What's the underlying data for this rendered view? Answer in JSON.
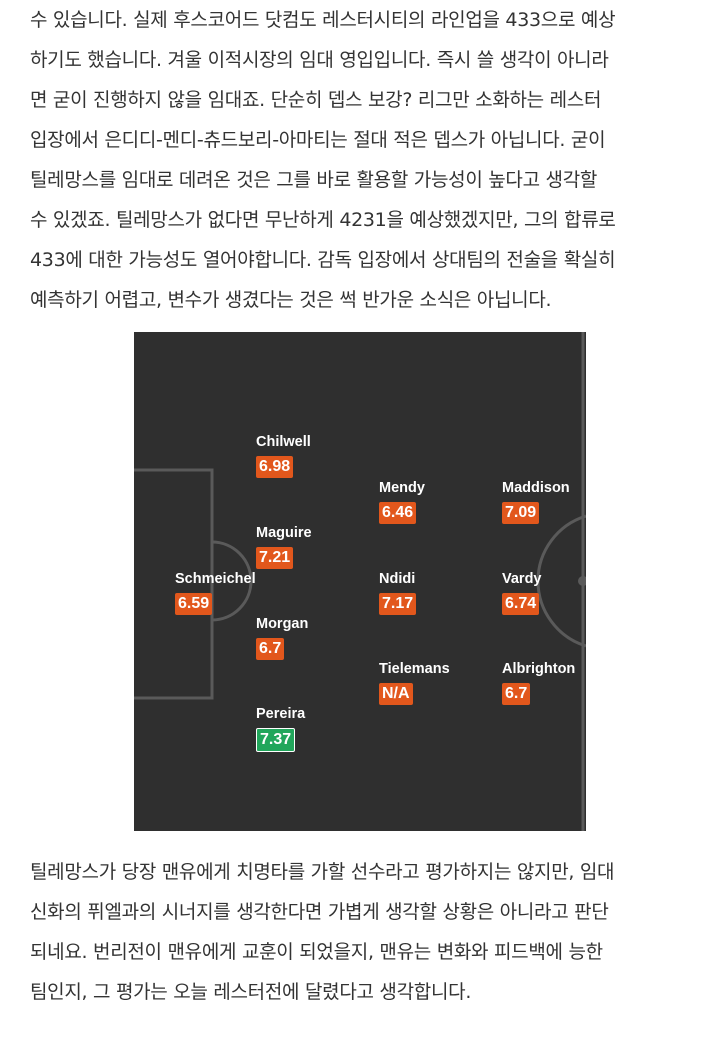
{
  "article": {
    "para1": [
      "수 있습니다. 실제 후스코어드 닷컴도 레스터시티의 라인업을 433으로 예상",
      "하기도 했습니다. 겨울 이적시장의 임대 영입입니다. 즉시 쓸 생각이 아니라",
      "면 굳이 진행하지 않을 임대죠. 단순히 뎁스 보강? 리그만 소화하는 레스터",
      "입장에서 은디디-멘디-츄드보리-아마티는 절대 적은 뎁스가 아닙니다. 굳이",
      "틸레망스를 임대로 데려온 것은 그를 바로 활용할 가능성이 높다고 생각할",
      "수 있겠죠. 틸레망스가 없다면 무난하게 4231을 예상했겠지만, 그의 합류로",
      "433에 대한 가능성도 열어야합니다. 감독 입장에서 상대팀의 전술을 확실히",
      "예측하기 어렵고, 변수가 생겼다는 것은 썩 반가운 소식은 아닙니다."
    ],
    "para2": [
      "틸레망스가 당장 맨유에게 치명타를 가할 선수라고 평가하지는 않지만, 임대",
      "신화의 퓌엘과의 시너지를 생각한다면 가볍게 생각할 상황은 아니라고 판단",
      "되네요.  번리전이 맨유에게 교훈이 되었을지, 맨유는 변화와 피드백에 능한",
      "팀인지, 그 평가는 오늘 레스터전에 달렸다고 생각합니다."
    ]
  },
  "formation": {
    "colors": {
      "background": "#2f2f2f",
      "lines": "#5a5a5a",
      "rating_default": "#e2571c",
      "rating_highlight": "#21a65b"
    },
    "players": {
      "chilwell": {
        "name": "Chilwell",
        "rating": "6.98"
      },
      "maguire": {
        "name": "Maguire",
        "rating": "7.21"
      },
      "schmeichel": {
        "name": "Schmeichel",
        "rating": "6.59"
      },
      "morgan": {
        "name": "Morgan",
        "rating": "6.7"
      },
      "pereira": {
        "name": "Pereira",
        "rating": "7.37"
      },
      "mendy": {
        "name": "Mendy",
        "rating": "6.46"
      },
      "ndidi": {
        "name": "Ndidi",
        "rating": "7.17"
      },
      "tielemans": {
        "name": "Tielemans",
        "rating": "N/A"
      },
      "maddison": {
        "name": "Maddison",
        "rating": "7.09"
      },
      "vardy": {
        "name": "Vardy",
        "rating": "6.74"
      },
      "albrighton": {
        "name": "Albrighton",
        "rating": "6.7"
      }
    }
  }
}
